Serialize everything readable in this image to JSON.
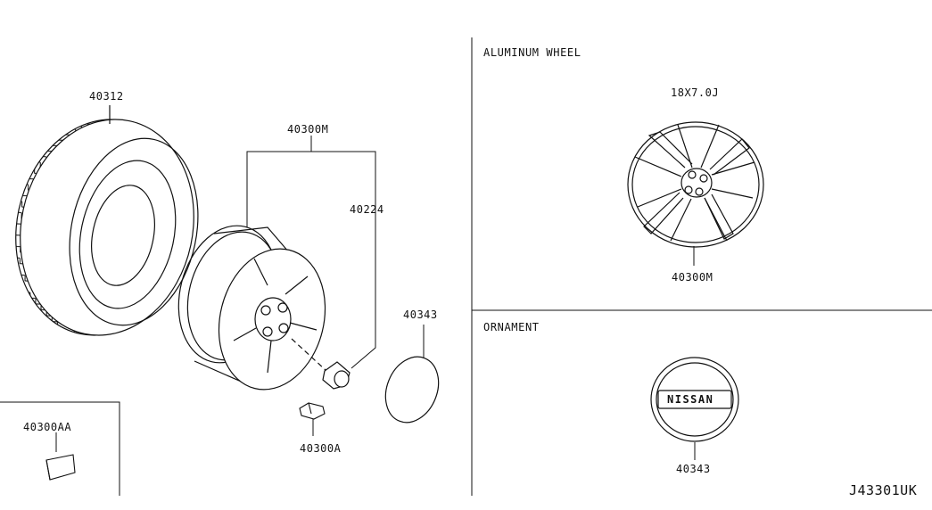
{
  "parts": {
    "tire": "40312",
    "wheel_assembly": "40300M",
    "nut": "40224",
    "cap": "40343",
    "weight": "40300A",
    "weight_kit": "40300AA"
  },
  "aluminum_section": {
    "title": "ALUMINUM WHEEL",
    "size": "18X7.0J",
    "part": "40300M"
  },
  "ornament_section": {
    "title": "ORNAMENT",
    "logo_text": "NISSAN",
    "part": "40343"
  },
  "diagram_id": "J43301UK",
  "colors": {
    "line": "#111111",
    "background": "#ffffff"
  }
}
